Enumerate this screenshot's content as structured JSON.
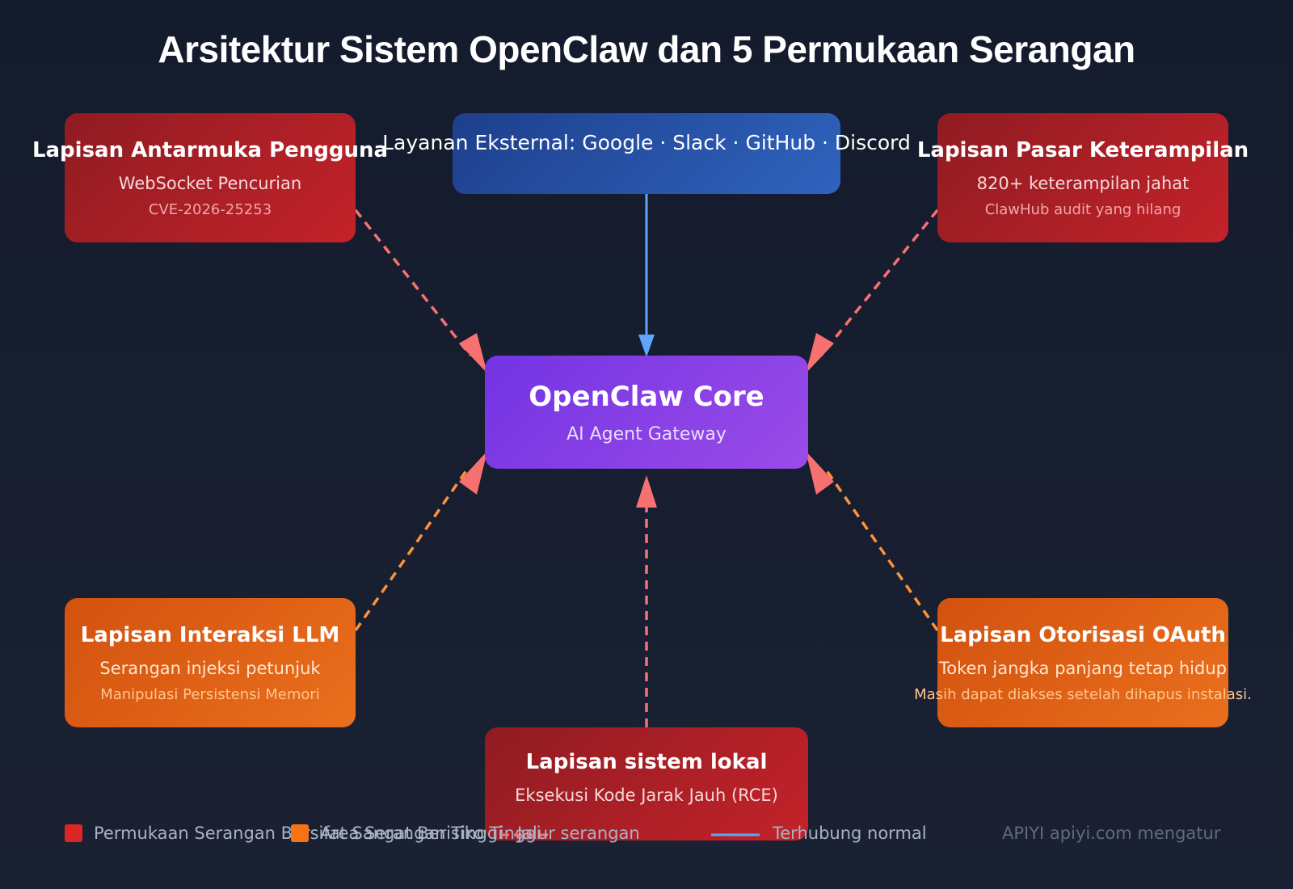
{
  "title": "Arsitektur Sistem OpenClaw dan 5 Permukaan Serangan",
  "external": {
    "label": "Layanan Eksternal: Google · Slack · GitHub · Discord",
    "color": "#2a55ad"
  },
  "core": {
    "title": "OpenClaw Core",
    "subtitle": "AI Agent Gateway",
    "color": "#8a40e6"
  },
  "layers": {
    "ui": {
      "title": "Lapisan Antarmuka Pengguna",
      "line1": "WebSocket Pencurian",
      "line2": "CVE-2026-25253",
      "risk": "red"
    },
    "skills": {
      "title": "Lapisan Pasar Keterampilan",
      "line1": "820+ keterampilan jahat",
      "line2": "ClawHub audit yang hilang",
      "risk": "red"
    },
    "llm": {
      "title": "Lapisan Interaksi LLM",
      "line1": "Serangan injeksi petunjuk",
      "line2": "Manipulasi Persistensi Memori",
      "risk": "orange"
    },
    "oauth": {
      "title": "Lapisan Otorisasi OAuth",
      "line1": "Token jangka panjang tetap hidup",
      "line2": "Masih dapat diakses setelah dihapus instalasi.",
      "risk": "orange"
    },
    "local": {
      "title": "Lapisan sistem lokal",
      "line1": "Eksekusi Kode Jarak Jauh (RCE)",
      "risk": "red"
    }
  },
  "legend": {
    "severe": "Permukaan Serangan Bersifat Sangat Berisiko Tinggi",
    "high": "Area Serangan Tinggi",
    "attack_path": "Jalur serangan",
    "normal": "Terhubung normal"
  },
  "credit": "APIYI apiyi.com mengatur",
  "colors": {
    "severe": "#dc2626",
    "high": "#f97316",
    "attack_red": "#f87171",
    "attack_orange": "#fb923c",
    "normal": "#60a5fa"
  }
}
